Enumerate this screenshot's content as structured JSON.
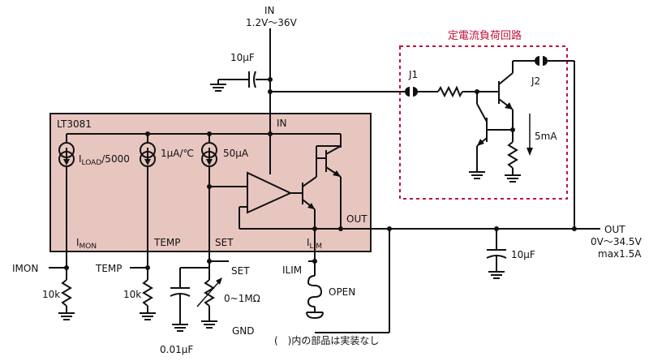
{
  "labels": {
    "in_top": "IN",
    "in_range": "1.2V～36V",
    "cap_in": "10µF",
    "box_title": "定電流負荷回路",
    "j1": "J1",
    "j2": "J2",
    "current_5ma": "5mA",
    "chip_name": "LT3081",
    "chip_in": "IN",
    "src1_main": "I",
    "src1_sub": "LOAD",
    "src1_tail": "/5000",
    "src2": "1µA/℃",
    "src3": "50µA",
    "out_pin": "OUT",
    "pin_imon_main": "I",
    "pin_imon_sub": "MON",
    "pin_temp": "TEMP",
    "pin_set": "SET",
    "pin_ilim_main": "I",
    "pin_ilim_sub": "LIM",
    "ext_imon": "IMON",
    "ext_temp": "TEMP",
    "res_10k_a": "10k",
    "res_10k_b": "10k",
    "ext_set": "SET",
    "pot_value": "0~1MΩ",
    "ext_gnd": "GND",
    "cap_set": "0.01µF",
    "ext_ilim": "ILIM",
    "open": "OPEN",
    "cap_out": "10µF",
    "out_right": "OUT",
    "out_range": "0V～34.5V",
    "out_max": "max1.5A",
    "note": "(　)内の部品は実装なし"
  },
  "colors": {
    "chip_fill": "#e8c6c0",
    "chip_stroke": "#1a1a1a",
    "dashed_box": "#c0133a",
    "wire": "#111111"
  }
}
